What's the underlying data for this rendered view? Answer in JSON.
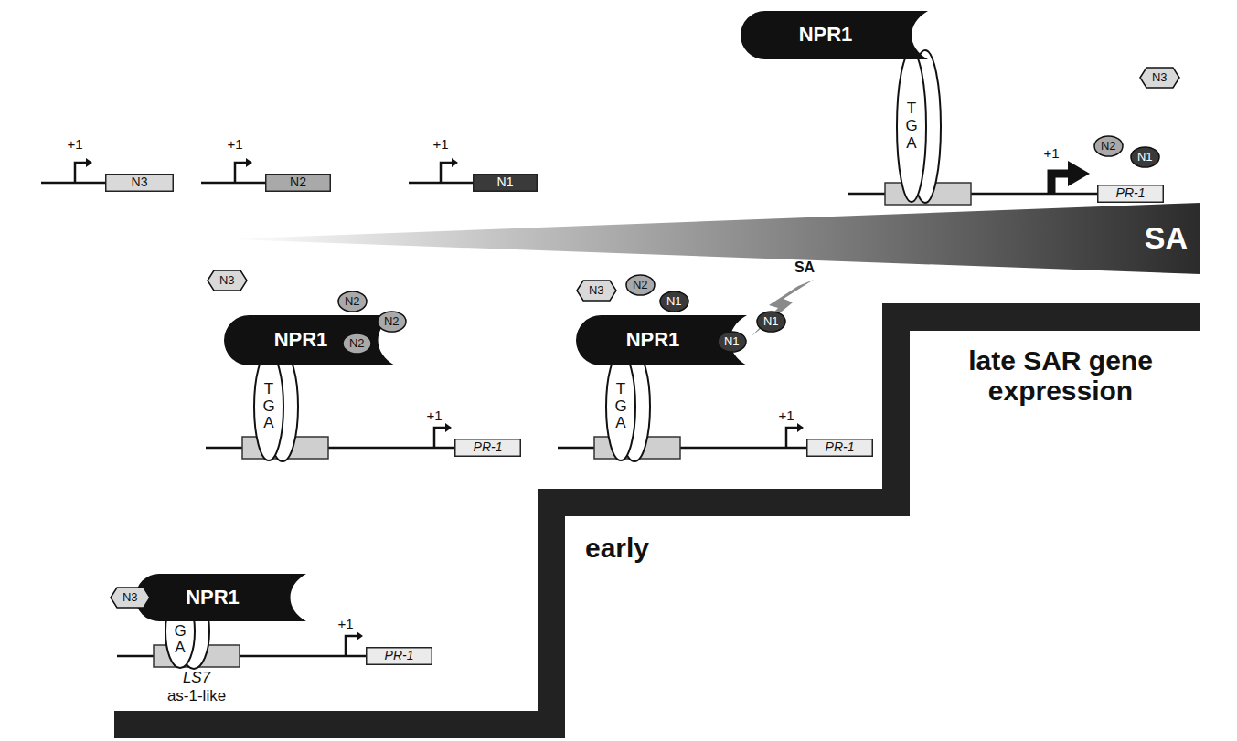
{
  "diagram": {
    "nodes": [
      {
        "text": [
          "N3"
        ]
      },
      {
        "text": [
          "N2"
        ]
      },
      {
        "text": [
          "N1"
        ]
      },
      {
        "text": [
          "NPR1"
        ]
      },
      {
        "text": [
          "TGA"
        ]
      },
      {
        "text": [
          "N3"
        ]
      },
      {
        "text": [
          "N2"
        ]
      },
      {
        "text": [
          "N1"
        ]
      },
      {
        "text": [
          "PR-1"
        ]
      },
      {
        "text": [
          "SA"
        ]
      },
      {
        "text": [
          "N3"
        ]
      },
      {
        "text": [
          "N2"
        ]
      },
      {
        "text": [
          "N2"
        ]
      },
      {
        "text": [
          "NPR1"
        ]
      },
      {
        "text": [
          "N2"
        ]
      },
      {
        "text": [
          "TGA"
        ]
      },
      {
        "text": [
          "PR-1"
        ]
      },
      {
        "text": [
          "N3"
        ]
      },
      {
        "text": [
          "N2"
        ]
      },
      {
        "text": [
          "N1"
        ]
      },
      {
        "text": [
          "N1"
        ]
      },
      {
        "text": [
          "NPR1"
        ]
      },
      {
        "text": [
          "N1"
        ]
      },
      {
        "text": [
          "TGA"
        ]
      },
      {
        "text": [
          "PR-1"
        ]
      },
      {
        "text": [
          "N3"
        ]
      },
      {
        "text": [
          "NPR1"
        ]
      },
      {
        "text": [
          "TGA"
        ]
      },
      {
        "text": [
          "PR-1"
        ]
      }
    ],
    "labels": [
      "+1",
      "+1",
      "+1",
      "+1",
      "SA",
      "late SAR gene expression",
      "+1",
      "+1",
      "early",
      "+1",
      "LS7",
      "as-1-like"
    ]
  }
}
